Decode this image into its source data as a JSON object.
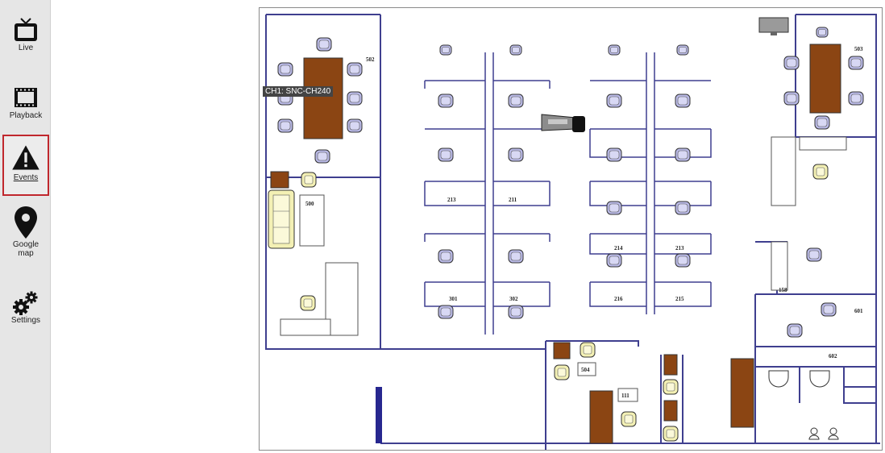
{
  "sidebar": {
    "items": [
      {
        "label": "Live",
        "icon": "tv-icon"
      },
      {
        "label": "Playback",
        "icon": "film-icon"
      },
      {
        "label": "Events",
        "icon": "warning-icon"
      },
      {
        "label": "Google map",
        "icon": "map-pin-icon"
      },
      {
        "label": "Settings",
        "icon": "gear-icon"
      }
    ],
    "active": "Events"
  },
  "map": {
    "camera_label": "CH1: SNC-CH240",
    "rooms": [
      "502",
      "503",
      "500",
      "213",
      "211",
      "214",
      "213",
      "216",
      "215",
      "301",
      "302",
      "504",
      "111",
      "158",
      "601",
      "602"
    ]
  },
  "colors": {
    "wall": "#3f3f8f",
    "desk": "#8b4513",
    "chair": "#b9b9e6",
    "sofa": "#f3f0b4",
    "active_border": "#c0272d"
  }
}
